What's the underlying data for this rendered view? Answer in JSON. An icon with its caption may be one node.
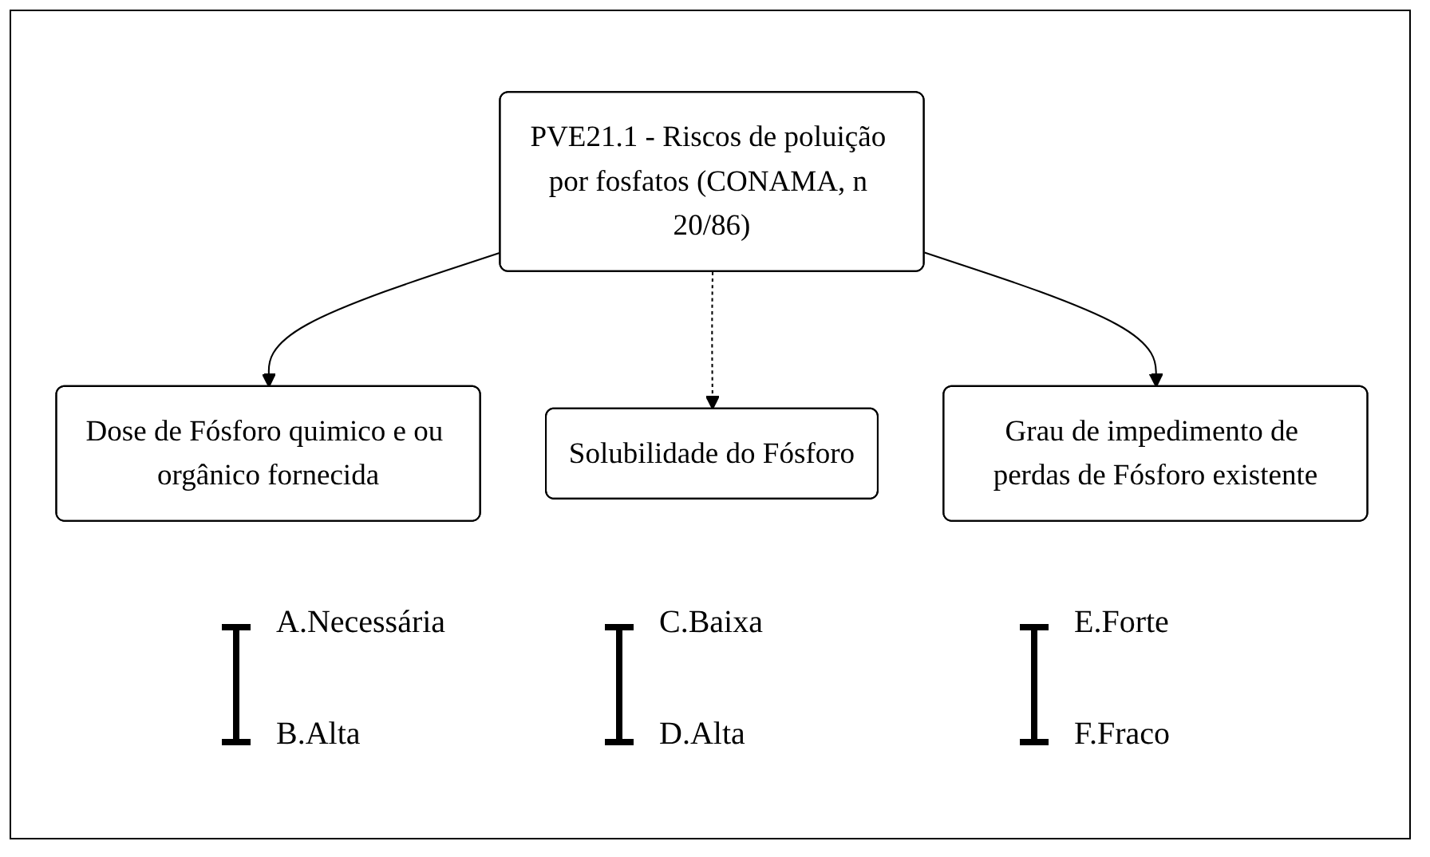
{
  "diagram": {
    "nodes": [
      {
        "text": [
          "PVE21.1 - Riscos de poluição por fosfatos (CONAMA, n 20/86)"
        ]
      },
      {
        "text": [
          "Dose de Fósforo quimico e ou orgânico fornecida"
        ]
      },
      {
        "text": [
          "Solubilidade do Fósforo"
        ]
      },
      {
        "text": [
          "Grau de impedimento de perdas de Fósforo existente"
        ]
      }
    ],
    "edges": [
      {
        "from": 0,
        "to": 1,
        "arrow": "to"
      },
      {
        "from": 0,
        "to": 2,
        "arrow": "to",
        "style": "dashed"
      },
      {
        "from": 0,
        "to": 3,
        "arrow": "to"
      }
    ],
    "labels": [
      "A.Necessária",
      "C.Baixa",
      "E.Forte",
      "B.Alta",
      "D.Alta",
      "F.Fraco"
    ]
  }
}
